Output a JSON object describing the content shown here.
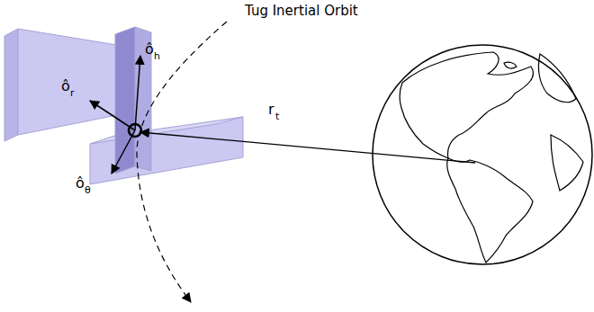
{
  "diagram": {
    "labels": [
      "Tug Inertial Orbit",
      "ô",
      "h",
      "ô",
      "r",
      "r",
      "t",
      "ô",
      "θ"
    ]
  }
}
